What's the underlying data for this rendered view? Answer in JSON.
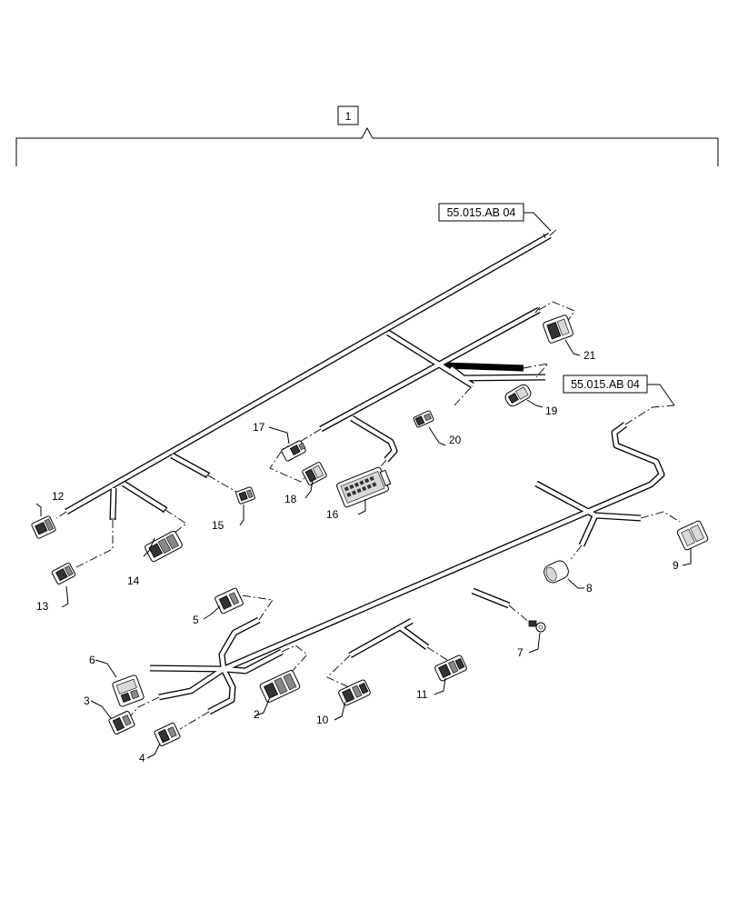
{
  "diagram": {
    "assembly_item": "1",
    "references": [
      "55.015.AB 04",
      "55.015.AB 04"
    ],
    "callouts": [
      "2",
      "3",
      "4",
      "5",
      "6",
      "7",
      "8",
      "9",
      "10",
      "11",
      "12",
      "13",
      "14",
      "15",
      "16",
      "17",
      "18",
      "19",
      "20",
      "21"
    ]
  }
}
